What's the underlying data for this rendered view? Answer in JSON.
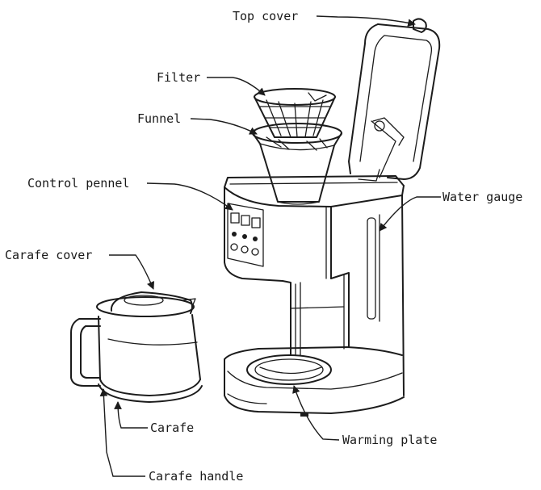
{
  "labels": {
    "top_cover": "Top cover",
    "filter": "Filter",
    "funnel": "Funnel",
    "control_panel": "Control pennel",
    "water_gauge": "Water gauge",
    "carafe_cover": "Carafe cover",
    "carafe": "Carafe",
    "warming_plate": "Warming plate",
    "carafe_handle": "Carafe handle"
  }
}
